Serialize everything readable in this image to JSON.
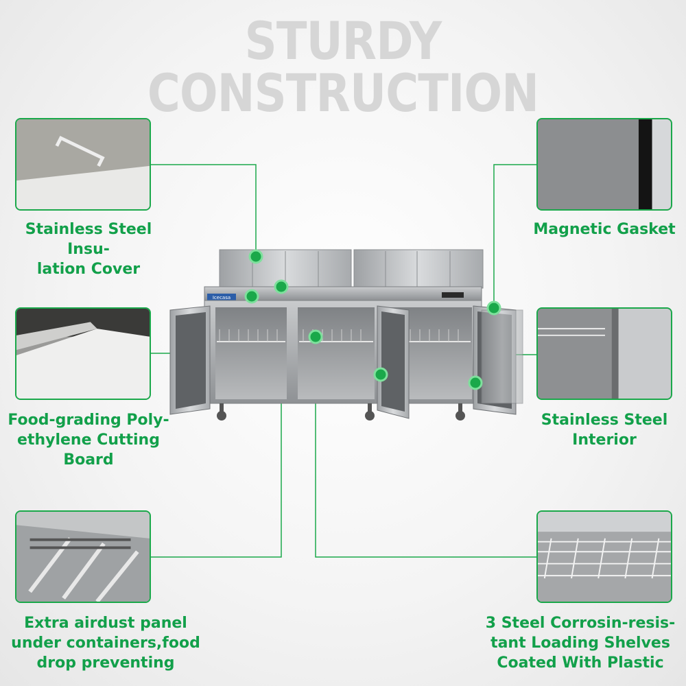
{
  "page": {
    "title": "STURDY CONSTRUCTION",
    "brand_badge": "Icecasa",
    "accent_color": "#12a04a",
    "title_color": "#d6d6d6"
  },
  "features": {
    "insulation_cover": {
      "caption": "Stainless Steel Insu-\nlation Cover"
    },
    "cutting_board": {
      "caption": "Food-grading Poly-\nethylene Cutting\nBoard"
    },
    "airdust_panel": {
      "caption": "Extra airdust panel\nunder containers,food\ndrop preventing"
    },
    "magnetic_gasket": {
      "caption": "Magnetic Gasket"
    },
    "steel_interior": {
      "caption": "Stainless Steel\nInterior"
    },
    "loading_shelves": {
      "caption": "3 Steel Corrosin-resis-\ntant Loading Shelves\nCoated With Plastic"
    }
  }
}
